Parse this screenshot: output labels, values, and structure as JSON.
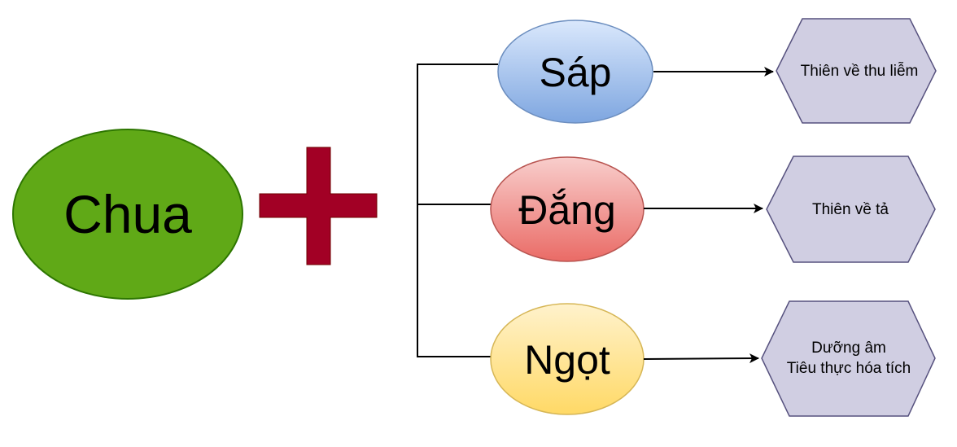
{
  "source": {
    "label": "Chua",
    "fill": "#60a917",
    "stroke": "#2d7600",
    "text_color": "#ffffff"
  },
  "operator": {
    "symbol": "plus",
    "color": "#a20025",
    "stroke": "#6f0000"
  },
  "tastes": [
    {
      "label": "Sáp",
      "fill_top": "#dae8fc",
      "fill_bottom": "#7ea6e0",
      "stroke": "#6c8ebf",
      "effect": [
        "Thiên về thu liễm"
      ]
    },
    {
      "label": "Đắng",
      "fill_top": "#f8cecc",
      "fill_bottom": "#ea6b66",
      "stroke": "#b85450",
      "effect": [
        "Thiên về tả"
      ]
    },
    {
      "label": "Ngọt",
      "fill_top": "#fff2cc",
      "fill_bottom": "#ffd966",
      "stroke": "#d6b656",
      "effect": [
        "Dưỡng âm",
        "Tiêu thực hóa tích"
      ]
    }
  ],
  "effect_style": {
    "fill": "#d0cee2",
    "stroke": "#56517e"
  },
  "connector_color": "#000000"
}
